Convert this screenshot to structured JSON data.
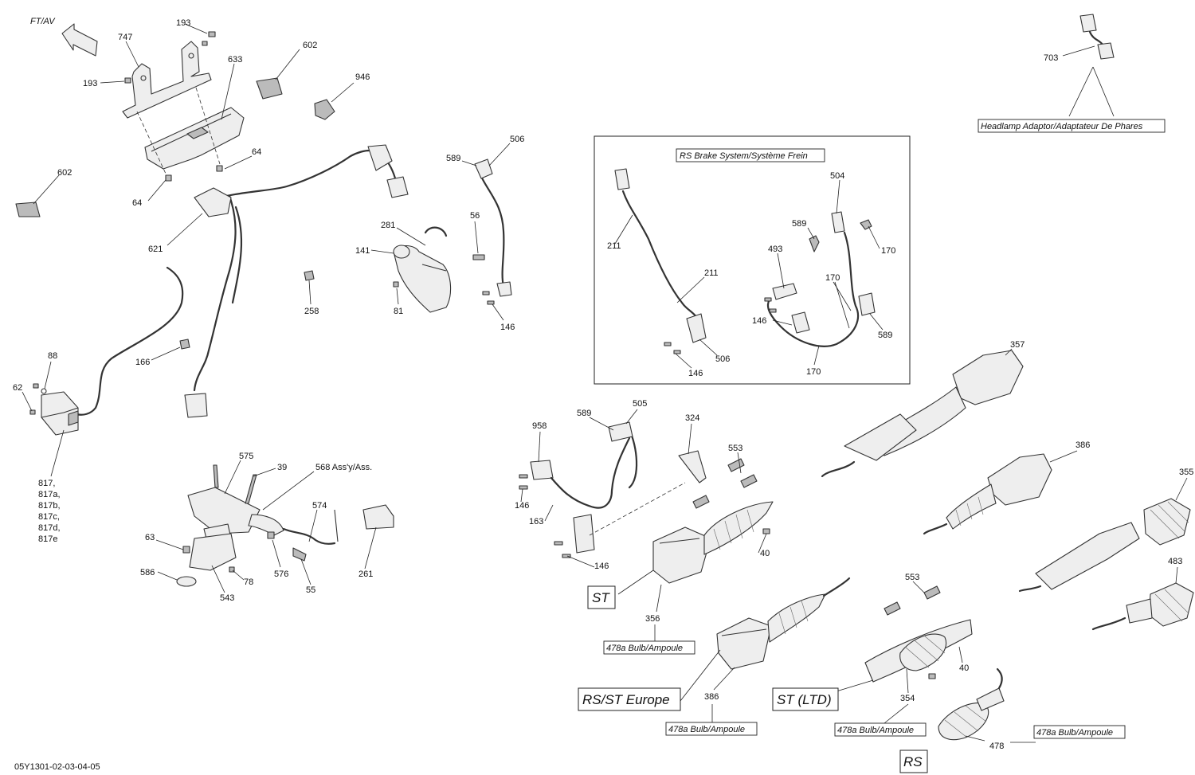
{
  "orientation_label": "FT/AV",
  "inset_title": "RS Brake System/Système Frein",
  "headlamp_label": "Headlamp Adaptor/Adaptateur De Phares",
  "footer_code": "05Y1301-02-03-04-05",
  "variant_labels": {
    "st": "ST",
    "rs_st_europe": "RS/ST Europe",
    "st_ltd": "ST (LTD)",
    "rs": "RS"
  },
  "bulb_labels": {
    "b356": "478a Bulb/Ampoule",
    "b386": "478a Bulb/Ampoule",
    "b354": "478a Bulb/Ampoule",
    "b478": "478a Bulb/Ampoule"
  },
  "parts": {
    "p193a": "193",
    "p747": "747",
    "p193b": "193",
    "p633": "633",
    "p602a": "602",
    "p946": "946",
    "p602b": "602",
    "p64a": "64",
    "p64b": "64",
    "p621": "621",
    "p506a": "506",
    "p589a": "589",
    "p281": "281",
    "p56": "56",
    "p141": "141",
    "p81": "81",
    "p146a": "146",
    "p258": "258",
    "p88": "88",
    "p62": "62",
    "p166": "166",
    "p817": "817,",
    "p817a": "817a,",
    "p817b": "817b,",
    "p817c": "817c,",
    "p817d": "817d,",
    "p817e": "817e",
    "p575": "575",
    "p39": "39",
    "p568": "568 Ass'y/Ass.",
    "p574": "574",
    "p63": "63",
    "p586": "586",
    "p543": "543",
    "p78": "78",
    "p576": "576",
    "p55": "55",
    "p261": "261",
    "p703": "703",
    "p211a": "211",
    "p504": "504",
    "p589b": "589",
    "p170a": "170",
    "p211b": "211",
    "p493": "493",
    "p146b": "146",
    "p170b": "170",
    "p589c": "589",
    "p170c": "170",
    "p506b": "506",
    "p146c": "146",
    "p357": "357",
    "p958": "958",
    "p589d": "589",
    "p505": "505",
    "p324": "324",
    "p553a": "553",
    "p146d": "146",
    "p163": "163",
    "p146e": "146",
    "p40a": "40",
    "p356": "356",
    "p386a": "386",
    "p355": "355",
    "p483": "483",
    "p553b": "553",
    "p40b": "40",
    "p386b": "386",
    "p354": "354",
    "p478": "478"
  }
}
